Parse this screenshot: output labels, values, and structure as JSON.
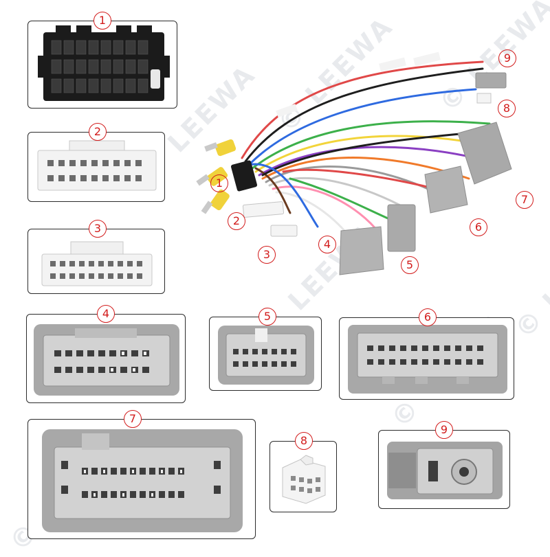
{
  "watermark": {
    "brand": "© LEEWA"
  },
  "harness": {
    "wire_colors": [
      "#e04848",
      "#1e1e1e",
      "#2e6ae0",
      "#3cb04a",
      "#f2d43a",
      "#8a3fc2",
      "#f07a2a",
      "#9a9a9a",
      "#c8c8c8",
      "#ff8fb0",
      "#ffffff",
      "#6a3b20"
    ],
    "labels": [
      "1",
      "2",
      "3",
      "4",
      "5",
      "6",
      "7",
      "8",
      "9"
    ]
  },
  "connectors": [
    {
      "id": "1",
      "color": "#151515"
    },
    {
      "id": "2",
      "color": "#f2f2f2"
    },
    {
      "id": "3",
      "color": "#f2f2f2"
    },
    {
      "id": "4",
      "color": "#a9a9a9"
    },
    {
      "id": "5",
      "color": "#a9a9a9"
    },
    {
      "id": "6",
      "color": "#a9a9a9"
    },
    {
      "id": "7",
      "color": "#a9a9a9"
    },
    {
      "id": "8",
      "color": "#f5f5f5"
    },
    {
      "id": "9",
      "color": "#a9a9a9"
    }
  ]
}
